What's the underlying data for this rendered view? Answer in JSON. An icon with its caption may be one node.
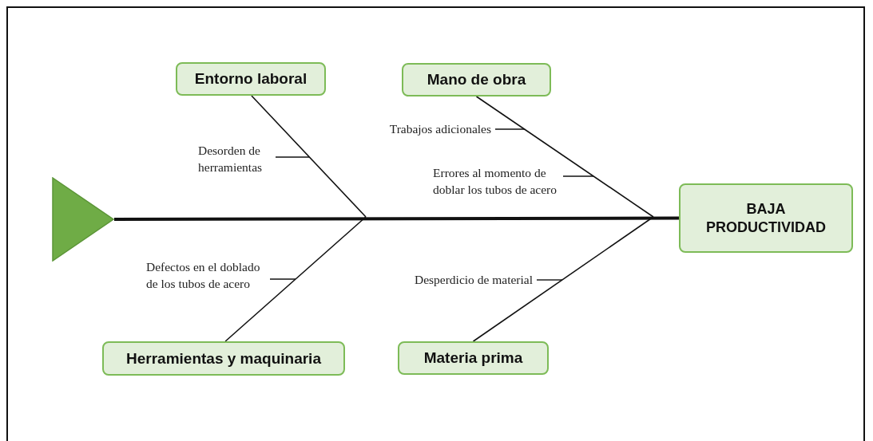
{
  "diagram": {
    "nodes": [
      {
        "text": [],
        "shape": "triangle"
      },
      {
        "text": [
          "Entorno laboral"
        ]
      },
      {
        "text": [
          "Mano de obra"
        ]
      },
      {
        "text": [
          "BAJA PRODUCTIVIDAD"
        ]
      },
      {
        "text": [
          "Desorden de herramientas"
        ]
      },
      {
        "text": [
          "Trabajos adicionales"
        ]
      },
      {
        "text": [
          "Errores al momento de doblar los tubos de acero"
        ]
      },
      {
        "text": [
          "Defectos en el doblado de los tubos de acero"
        ]
      },
      {
        "text": [
          "Desperdicio de material"
        ]
      },
      {
        "text": [
          "Herramientas y maquinaria"
        ]
      },
      {
        "text": [
          "Materia prima"
        ]
      }
    ],
    "edges": [
      {
        "from": 0,
        "to": 3,
        "arrow": "none",
        "style": "thick"
      },
      {
        "from": 1,
        "to": null,
        "arrow": "none"
      },
      {
        "from": 2,
        "to": null,
        "arrow": "none"
      },
      {
        "from": 9,
        "to": null,
        "arrow": "none"
      },
      {
        "from": 10,
        "to": null,
        "arrow": "none"
      },
      {
        "from": 4,
        "to": null,
        "arrow": "none"
      },
      {
        "from": 5,
        "to": null,
        "arrow": "none"
      },
      {
        "from": 6,
        "to": null,
        "arrow": "none"
      },
      {
        "from": 7,
        "to": null,
        "arrow": "none"
      },
      {
        "from": 8,
        "to": null,
        "arrow": "none"
      }
    ]
  }
}
